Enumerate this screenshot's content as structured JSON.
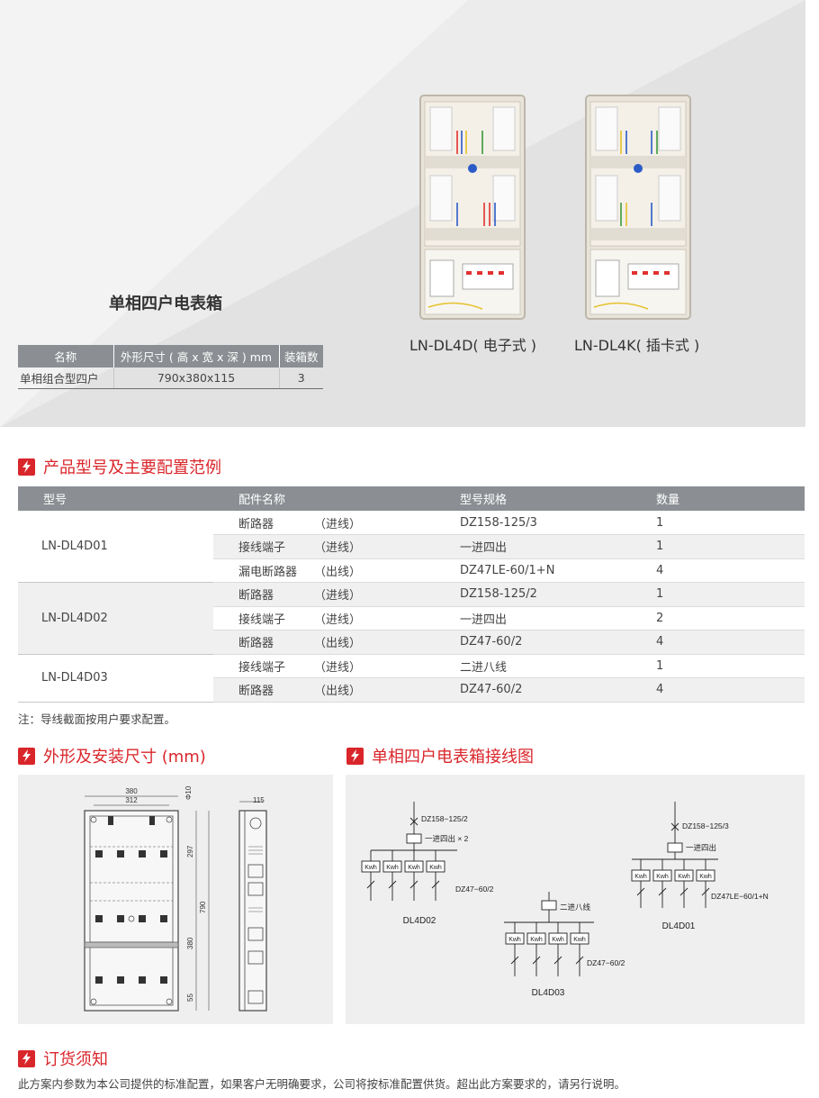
{
  "hero": {
    "title": "单相四户电表箱",
    "spec_headers": [
      "名称",
      "外形尺寸 ( 高 x 宽 x 深 ) mm",
      "装箱数"
    ],
    "spec_row": [
      "单相组合型四户",
      "790x380x115",
      "3"
    ],
    "products": [
      {
        "caption": "LN-DL4D( 电子式 )"
      },
      {
        "caption": "LN-DL4K( 插卡式 )"
      }
    ]
  },
  "config": {
    "title": "产品型号及主要配置范例",
    "headers": [
      "型号",
      "配件名称",
      "型号规格",
      "数量"
    ],
    "groups": [
      {
        "model": "LN-DL4D01",
        "rows": [
          {
            "part": "断路器",
            "dir": "（进线）",
            "spec": "DZ158-125/3",
            "qty": "1"
          },
          {
            "part": "接线端子",
            "dir": "（进线）",
            "spec": "一进四出",
            "qty": "1"
          },
          {
            "part": "漏电断路器",
            "dir": "（出线）",
            "spec": "DZ47LE-60/1+N",
            "qty": "4"
          }
        ]
      },
      {
        "model": "LN-DL4D02",
        "rows": [
          {
            "part": "断路器",
            "dir": "（进线）",
            "spec": "DZ158-125/2",
            "qty": "1"
          },
          {
            "part": "接线端子",
            "dir": "（进线）",
            "spec": "一进四出",
            "qty": "2"
          },
          {
            "part": "断路器",
            "dir": "（出线）",
            "spec": "DZ47-60/2",
            "qty": "4"
          }
        ]
      },
      {
        "model": "LN-DL4D03",
        "rows": [
          {
            "part": "接线端子",
            "dir": "（进线）",
            "spec": "二进八线",
            "qty": "1"
          },
          {
            "part": "断路器",
            "dir": "（出线）",
            "spec": "DZ47-60/2",
            "qty": "4"
          }
        ]
      }
    ],
    "note": "注：导线截面按用户要求配置。"
  },
  "dims": {
    "title": "外形及安装尺寸 (mm)",
    "labels": {
      "w380": "380",
      "w312": "312",
      "hole": "Φ10",
      "depth": "115",
      "h297": "297",
      "h790": "790",
      "h380": "380",
      "h55": "55"
    }
  },
  "wiring": {
    "title": "单相四户电表箱接线图",
    "kwh": "Kwh",
    "d02": {
      "breaker": "DZ158−125/2",
      "terminal": "一进四出 × 2",
      "out": "DZ47−60/2",
      "name": "DL4D02"
    },
    "d01": {
      "breaker": "DZ158−125/3",
      "terminal": "一进四出",
      "out": "DZ47LE−60/1+N",
      "name": "DL4D01"
    },
    "d03": {
      "terminal": "二进八线",
      "out": "DZ47−60/2",
      "name": "DL4D03"
    }
  },
  "order": {
    "title": "订货须知",
    "text": "此方案内参数为本公司提供的标准配置，如果客户无明确要求，公司将按标准配置供货。超出此方案要求的，请另行说明。"
  }
}
